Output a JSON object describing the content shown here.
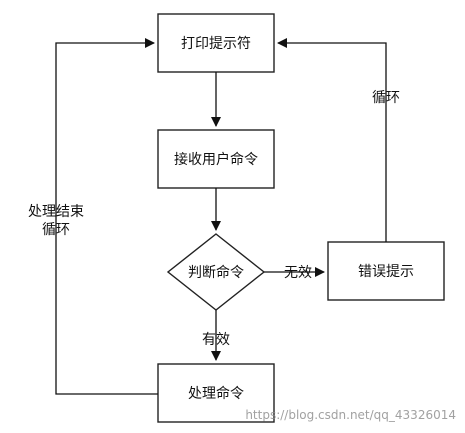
{
  "diagram": {
    "nodes": {
      "print_prompt": "打印提示符",
      "receive_command": "接收用户命令",
      "judge_command": "判断命令",
      "error_prompt": "错误提示",
      "process_command": "处理命令"
    },
    "edge_labels": {
      "invalid": "无效",
      "valid": "有效",
      "loop": "循环",
      "process_end_line1": "处理结束",
      "process_end_line2": "循环"
    }
  },
  "watermark": "https://blog.csdn.net/qq_43326014"
}
